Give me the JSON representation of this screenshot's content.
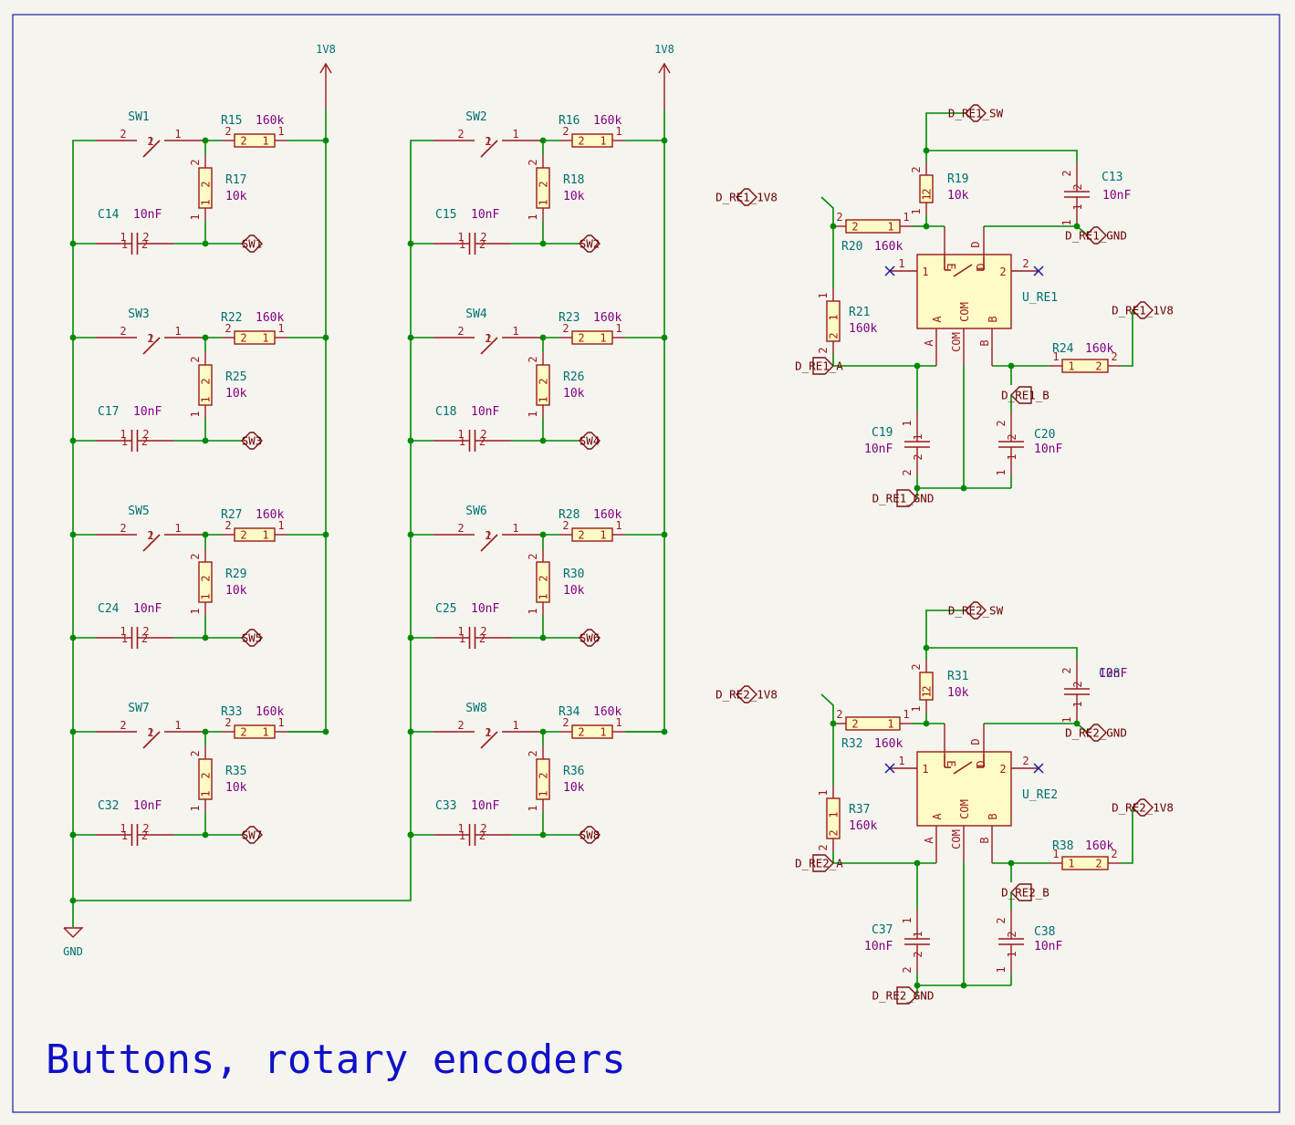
{
  "sheet_title": "Buttons, rotary encoders",
  "power": {
    "rail": "1V8",
    "ground": "GND"
  },
  "switch_blocks": [
    {
      "sw": "SW1",
      "rs": "R15",
      "rsv": "160k",
      "rp": "R17",
      "rpv": "10k",
      "c": "C14",
      "cv": "10nF",
      "net": "SW1"
    },
    {
      "sw": "SW3",
      "rs": "R22",
      "rsv": "160k",
      "rp": "R25",
      "rpv": "10k",
      "c": "C17",
      "cv": "10nF",
      "net": "SW3"
    },
    {
      "sw": "SW5",
      "rs": "R27",
      "rsv": "160k",
      "rp": "R29",
      "rpv": "10k",
      "c": "C24",
      "cv": "10nF",
      "net": "SW5"
    },
    {
      "sw": "SW7",
      "rs": "R33",
      "rsv": "160k",
      "rp": "R35",
      "rpv": "10k",
      "c": "C32",
      "cv": "10nF",
      "net": "SW7"
    },
    {
      "sw": "SW2",
      "rs": "R16",
      "rsv": "160k",
      "rp": "R18",
      "rpv": "10k",
      "c": "C15",
      "cv": "10nF",
      "net": "SW2"
    },
    {
      "sw": "SW4",
      "rs": "R23",
      "rsv": "160k",
      "rp": "R26",
      "rpv": "10k",
      "c": "C18",
      "cv": "10nF",
      "net": "SW4"
    },
    {
      "sw": "SW6",
      "rs": "R28",
      "rsv": "160k",
      "rp": "R30",
      "rpv": "10k",
      "c": "C25",
      "cv": "10nF",
      "net": "SW6"
    },
    {
      "sw": "SW8",
      "rs": "R34",
      "rsv": "160k",
      "rp": "R36",
      "rpv": "10k",
      "c": "C33",
      "cv": "10nF",
      "net": "SW8"
    }
  ],
  "encoders": [
    {
      "ref": "U_RE1",
      "pins": {
        "e": "E",
        "d": "D",
        "a": "A",
        "com": "COM",
        "b": "B"
      },
      "nets": {
        "sw": "D_RE1_SW",
        "v": "D_RE1_1V8",
        "gnd": "D_RE1_GND",
        "a": "D_RE1_A",
        "b": "D_RE1_B",
        "v2": "D_RE1_1V8",
        "gnd2": "D_RE1_GND"
      },
      "r_pull": {
        "ref": "R19",
        "val": "10k"
      },
      "r_e": {
        "ref": "R20",
        "val": "160k"
      },
      "r_a": {
        "ref": "R21",
        "val": "160k"
      },
      "r_b": {
        "ref": "R24",
        "val": "160k"
      },
      "c_sw": {
        "ref": "C13",
        "val": "10nF"
      },
      "c_a": {
        "ref": "C19",
        "val": "10nF"
      },
      "c_b": {
        "ref": "C20",
        "val": "10nF"
      }
    },
    {
      "ref": "U_RE2",
      "pins": {
        "e": "E",
        "d": "D",
        "a": "A",
        "com": "COM",
        "b": "B"
      },
      "nets": {
        "sw": "D_RE2_SW",
        "v": "D_RE2_1V8",
        "gnd": "D_RE2_GND",
        "a": "D_RE2_A",
        "b": "D_RE2_B",
        "v2": "D_RE2_1V8",
        "gnd2": "D_RE2_GND"
      },
      "r_pull": {
        "ref": "R31",
        "val": "10k"
      },
      "r_e": {
        "ref": "R32",
        "val": "160k"
      },
      "r_a": {
        "ref": "R37",
        "val": "160k"
      },
      "r_b": {
        "ref": "R38",
        "val": "160k"
      },
      "c_sw": {
        "ref": "C28",
        "val": "10nF"
      },
      "c_a": {
        "ref": "C37",
        "val": "10nF"
      },
      "c_b": {
        "ref": "C38",
        "val": "10nF"
      }
    }
  ]
}
